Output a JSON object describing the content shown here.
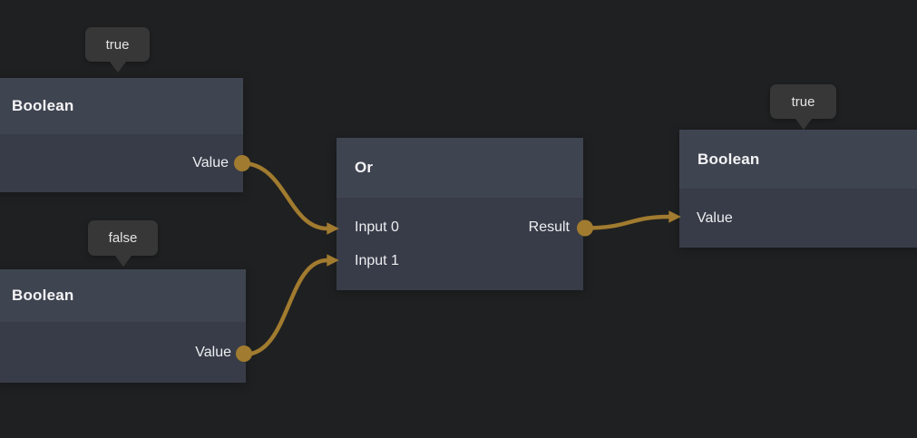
{
  "app": {
    "name": "visual-scripting-node-graph"
  },
  "colors": {
    "background": "#1f2021",
    "node_header": "#3f4451",
    "node_body": "#383c48",
    "tooltip_bg": "#373737",
    "wire": "#a17b2f",
    "text": "#f4f4f5"
  },
  "nodes": [
    {
      "title": "Boolean",
      "tooltip": "true",
      "ports": [
        {
          "label": "Value",
          "direction": "output"
        }
      ]
    },
    {
      "title": "Boolean",
      "tooltip": "false",
      "ports": [
        {
          "label": "Value",
          "direction": "output"
        }
      ]
    },
    {
      "title": "Or",
      "ports": [
        {
          "label": "Input 0",
          "direction": "input"
        },
        {
          "label": "Input 1",
          "direction": "input"
        },
        {
          "label": "Result",
          "direction": "output"
        }
      ]
    },
    {
      "title": "Boolean",
      "tooltip": "true",
      "ports": [
        {
          "label": "Value",
          "direction": "input"
        }
      ]
    }
  ],
  "wires": [
    {
      "from": "Boolean(true).Value",
      "to": "Or.Input 0"
    },
    {
      "from": "Boolean(false).Value",
      "to": "Or.Input 1"
    },
    {
      "from": "Or.Result",
      "to": "Boolean.Value"
    }
  ]
}
